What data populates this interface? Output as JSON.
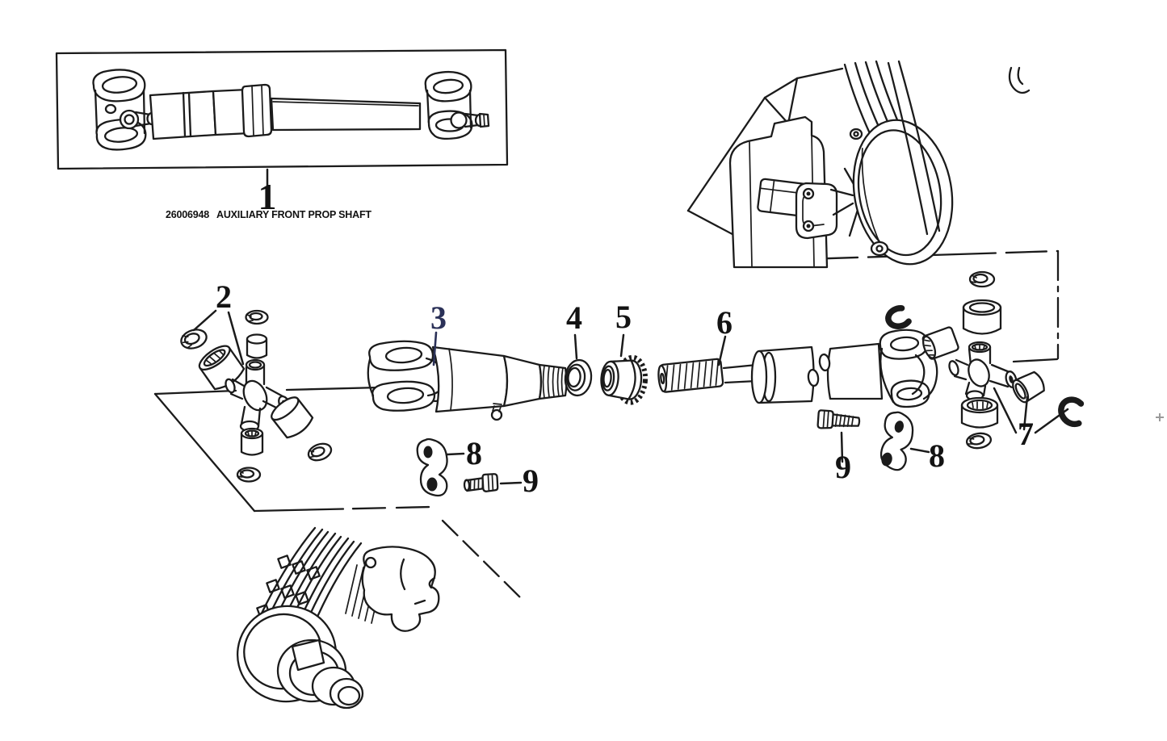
{
  "diagram": {
    "caption": {
      "part_number": "26006948",
      "title": "AUXILIARY FRONT PROP SHAFT"
    },
    "callouts": {
      "c1": "1",
      "c2": "2",
      "c3": "3",
      "c4": "4",
      "c5": "5",
      "c6": "6",
      "c7": "7",
      "c8": "8",
      "c9": "9"
    },
    "colors": {
      "line": "#1b1b1b",
      "callout": "#131313",
      "callout-3": "#2b3158",
      "artifact": "#9a9a9a",
      "background": "#ffffff"
    }
  }
}
